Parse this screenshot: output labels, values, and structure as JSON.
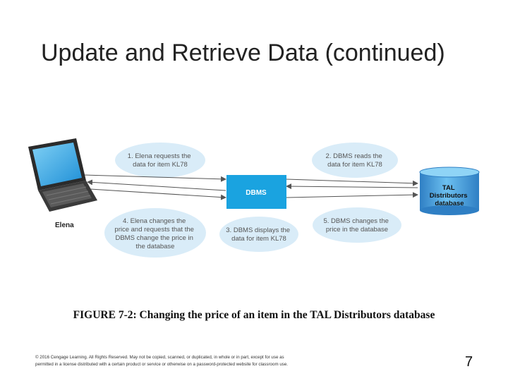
{
  "slide": {
    "title": "Update and Retrieve Data (continued)",
    "caption": "FIGURE 7-2: Changing the price of an item in the TAL Distributors database",
    "copyright_line1": "© 2016 Cengage Learning. All Rights Reserved. May not be copied, scanned, or duplicated, in whole or in part, except for use as",
    "copyright_line2": "permitted in a license distributed with a certain product or service or otherwise on a password-protected website for classroom use.",
    "page_number": "7"
  },
  "diagram": {
    "user_label": "Elena",
    "dbms_label": "DBMS",
    "database_label": [
      "TAL",
      "Distributors",
      "database"
    ],
    "steps": {
      "s1": [
        "1. Elena requests the",
        "data for item KL78"
      ],
      "s2": [
        "2. DBMS reads the",
        "data for item KL78"
      ],
      "s3": [
        "3. DBMS displays the",
        "data for item KL78"
      ],
      "s4": [
        "4. Elena changes the",
        "price and requests that the",
        "DBMS change the price in",
        "the database"
      ],
      "s5": [
        "5. DBMS changes the",
        "price in the database"
      ]
    },
    "colors": {
      "bubble": "#d9ecf8",
      "dbms_box": "#1aa3e0",
      "cylinder": "#3a8fd0",
      "laptop_screen": "#2aa0e0",
      "arrow": "#555555"
    }
  }
}
